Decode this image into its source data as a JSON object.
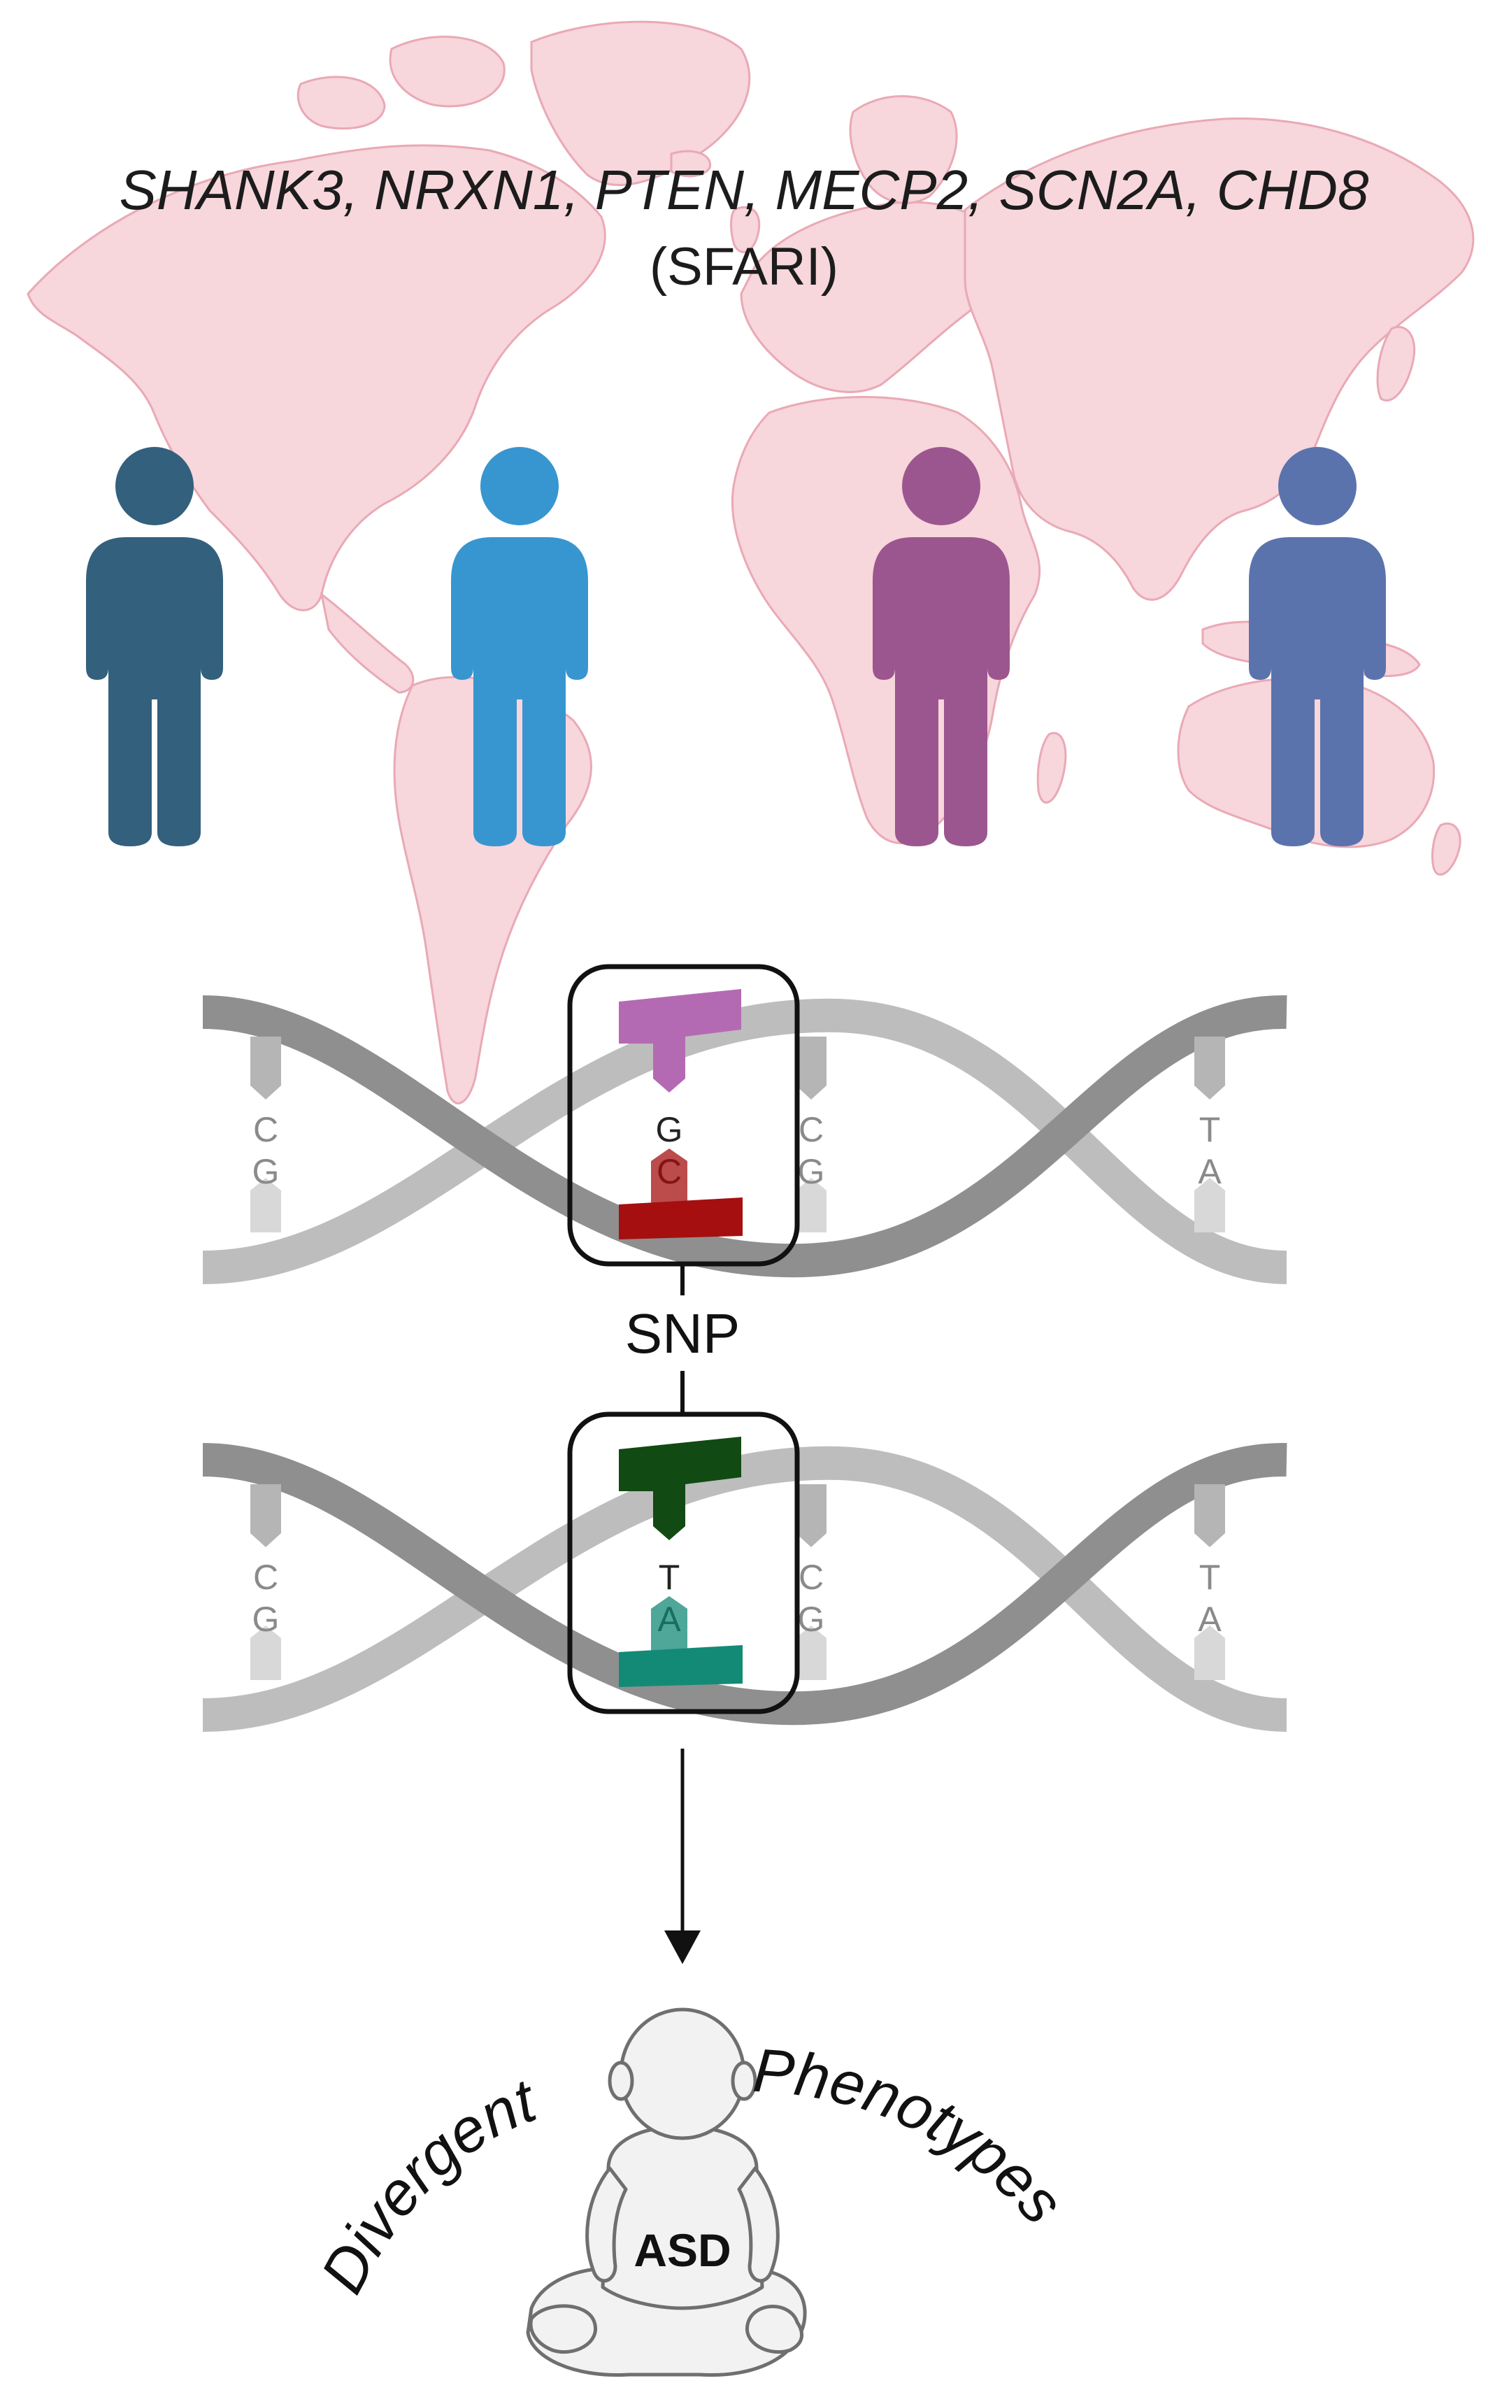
{
  "header": {
    "genes": "SHANK3, NRXN1, PTEN, MECP2, SCN2A, CHD8",
    "source": "(SFARI)"
  },
  "people": [
    {
      "color": "#33607d"
    },
    {
      "color": "#3796d0"
    },
    {
      "color": "#9c568f"
    },
    {
      "color": "#5b73ad"
    }
  ],
  "dna_top": {
    "pairs": [
      {
        "top": "C",
        "bottom": "G"
      },
      {
        "top": "G",
        "bottom": "C"
      },
      {
        "top": "C",
        "bottom": "G"
      },
      {
        "top": "T",
        "bottom": "A"
      }
    ],
    "highlight_top_color": "#b46ab2",
    "highlight_bottom_color": "#a60f0f"
  },
  "snp_label": "SNP",
  "dna_bottom": {
    "pairs": [
      {
        "top": "C",
        "bottom": "G"
      },
      {
        "top": "T",
        "bottom": "A"
      },
      {
        "top": "C",
        "bottom": "G"
      },
      {
        "top": "T",
        "bottom": "A"
      }
    ],
    "highlight_top_color": "#114a12",
    "highlight_bottom_color": "#138a76"
  },
  "outcome": {
    "left_word": "Divergent",
    "right_word": "Phenotypes",
    "center_label": "ASD"
  },
  "colors": {
    "map": "#f7d6dc",
    "map_border": "#e9a9b5",
    "strand_dark": "#8f8f8f",
    "strand_light": "#bdbdbd"
  }
}
